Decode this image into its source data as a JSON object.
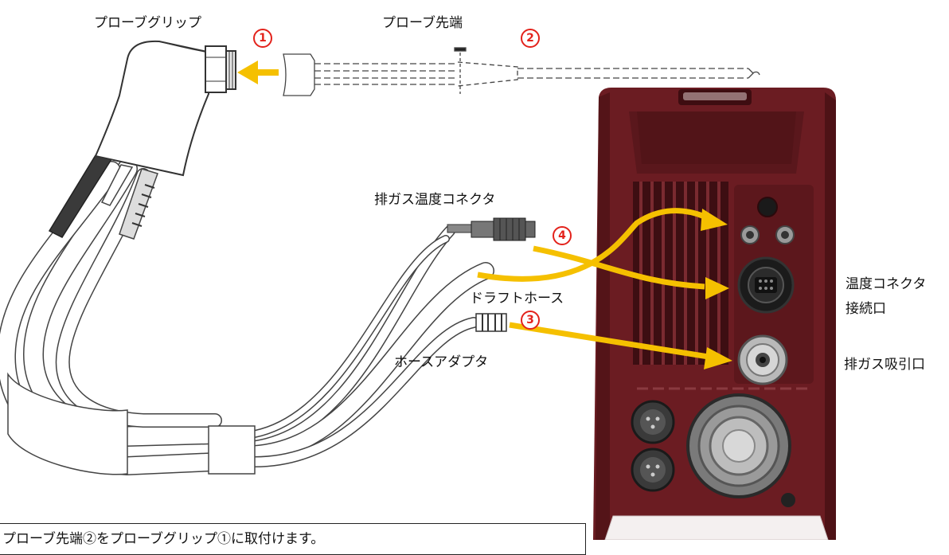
{
  "labels": {
    "probe_grip": "プローブグリップ",
    "probe_tip": "プローブ先端",
    "exhaust_temp_connector": "排ガス温度コネクタ",
    "draft_hose": "ドラフトホース",
    "hose_adapter": "ホースアダプタ",
    "temp_connector_port_line1": "温度コネクタ",
    "temp_connector_port_line2": "接続口",
    "exhaust_suction_port": "排ガス吸引口"
  },
  "markers": [
    "1",
    "2",
    "3",
    "4"
  ],
  "instruction": "プローブ先端②をプローブグリップ①に取付けます。",
  "colors": {
    "arrow": "#f5c000",
    "marker": "#e3221b",
    "device_body": "#6b1c22",
    "device_dark": "#4a1116"
  }
}
